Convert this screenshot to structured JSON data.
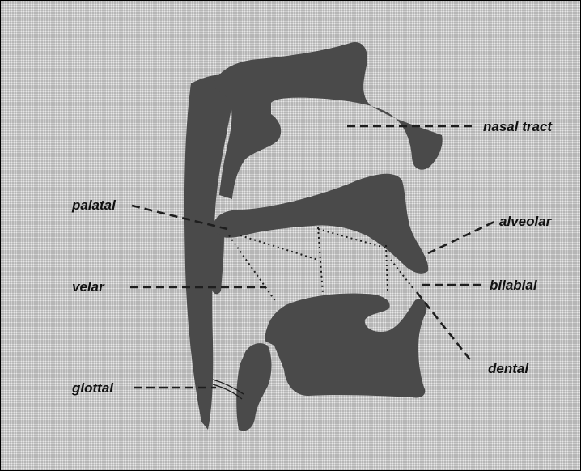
{
  "colors": {
    "background": "#c9c9c9",
    "organ": "#4a4a4a",
    "line": "#1e1e1e"
  },
  "labels": {
    "nasal_tract": "nasal tract",
    "palatal": "palatal",
    "alveolar": "alveolar",
    "velar": "velar",
    "bilabial": "bilabial",
    "dental": "dental",
    "glottal": "glottal"
  }
}
